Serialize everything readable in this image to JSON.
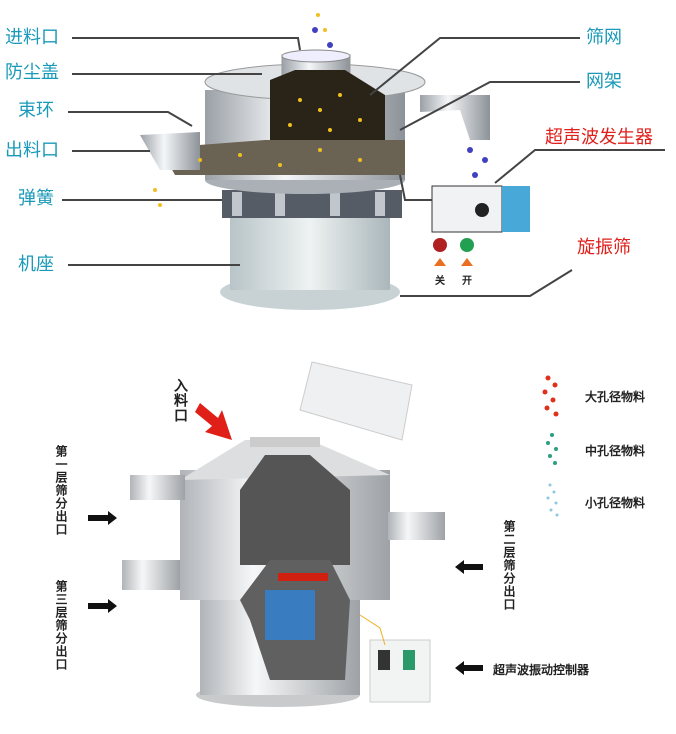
{
  "top_diagram": {
    "left_labels": [
      "进料口",
      "防尘盖",
      "束环",
      "出料口",
      "弹簧",
      "机座"
    ],
    "right_labels": {
      "screen_mesh": "筛网",
      "mesh_frame": "网架",
      "ultrasonic_generator": "超声波发生器",
      "rotary_sieve": "旋振筛"
    },
    "buttons": {
      "off": "关",
      "on": "开"
    },
    "colors": {
      "part_labels": "#1a9ab8",
      "highlight_labels": "#e0201c"
    }
  },
  "bottom_diagram": {
    "inlet": "入料口",
    "legend": [
      {
        "label": "大孔径物料",
        "color": "#e0301c"
      },
      {
        "label": "中孔径物料",
        "color": "#2aa080"
      },
      {
        "label": "小孔径物料",
        "color": "#8cc8e0"
      }
    ],
    "outlets": {
      "layer1": "第一层筛分出口",
      "layer2": "第二层筛分出口",
      "layer3": "第三层筛分出口"
    },
    "controller": "超声波振动控制器"
  }
}
